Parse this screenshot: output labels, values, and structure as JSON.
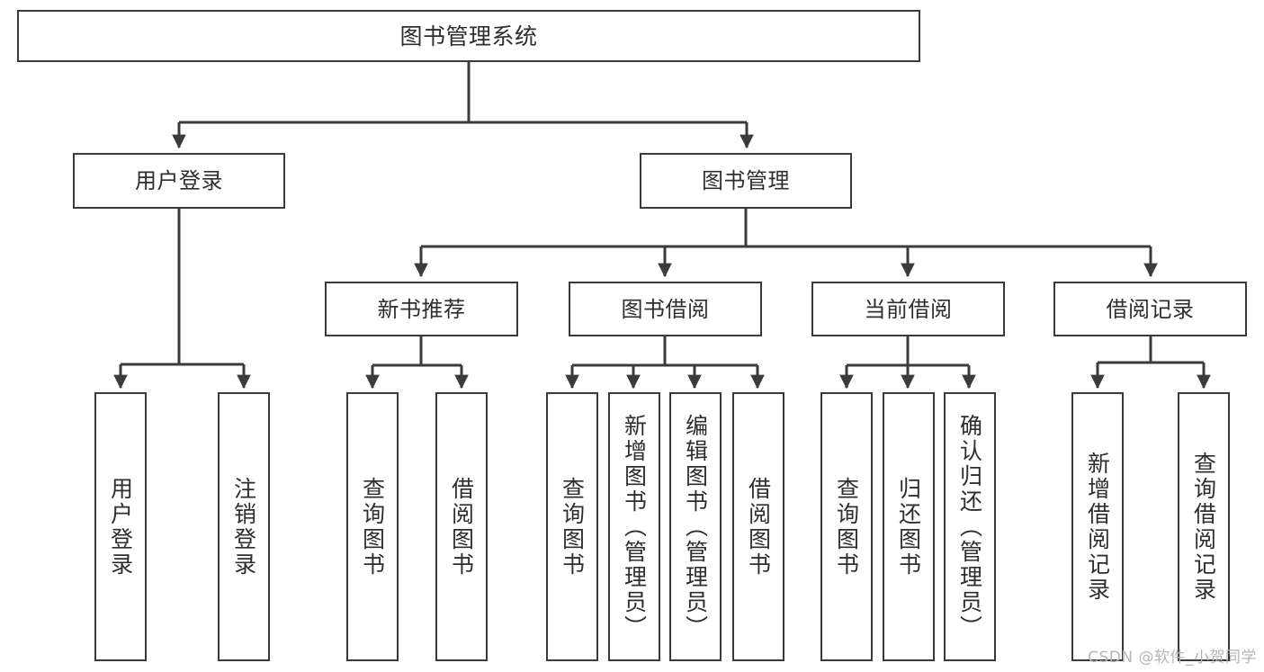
{
  "diagram": {
    "title": "图书管理系统",
    "type": "hierarchy-tree",
    "levels": 4,
    "root": {
      "label": "图书管理系统"
    },
    "level2": [
      {
        "label": "用户登录"
      },
      {
        "label": "图书管理"
      }
    ],
    "level3": [
      {
        "label": "新书推荐",
        "parent": "图书管理"
      },
      {
        "label": "图书借阅",
        "parent": "图书管理"
      },
      {
        "label": "当前借阅",
        "parent": "图书管理"
      },
      {
        "label": "借阅记录",
        "parent": "图书管理"
      }
    ],
    "leaves": [
      {
        "label": "用户登录",
        "parent": "用户登录"
      },
      {
        "label": "注销登录",
        "parent": "用户登录"
      },
      {
        "label": "查询图书",
        "parent": "新书推荐"
      },
      {
        "label": "借阅图书",
        "parent": "新书推荐"
      },
      {
        "label": "查询图书",
        "parent": "图书借阅"
      },
      {
        "label": "新增图书（管理员）",
        "parent": "图书借阅"
      },
      {
        "label": "编辑图书（管理员）",
        "parent": "图书借阅"
      },
      {
        "label": "借阅图书",
        "parent": "图书借阅"
      },
      {
        "label": "查询图书",
        "parent": "当前借阅"
      },
      {
        "label": "归还图书",
        "parent": "当前借阅"
      },
      {
        "label": "确认归还（管理员）",
        "parent": "当前借阅"
      },
      {
        "label": "新增借阅记录",
        "parent": "借阅记录"
      },
      {
        "label": "查询借阅记录",
        "parent": "借阅记录"
      }
    ],
    "colors": {
      "stroke": "#3b3b3b",
      "fill": "#ffffff",
      "text": "#2e2e2e",
      "watermark": "#b6b6b6"
    }
  },
  "watermark": {
    "text": "CSDN @软件_小贺同学"
  }
}
